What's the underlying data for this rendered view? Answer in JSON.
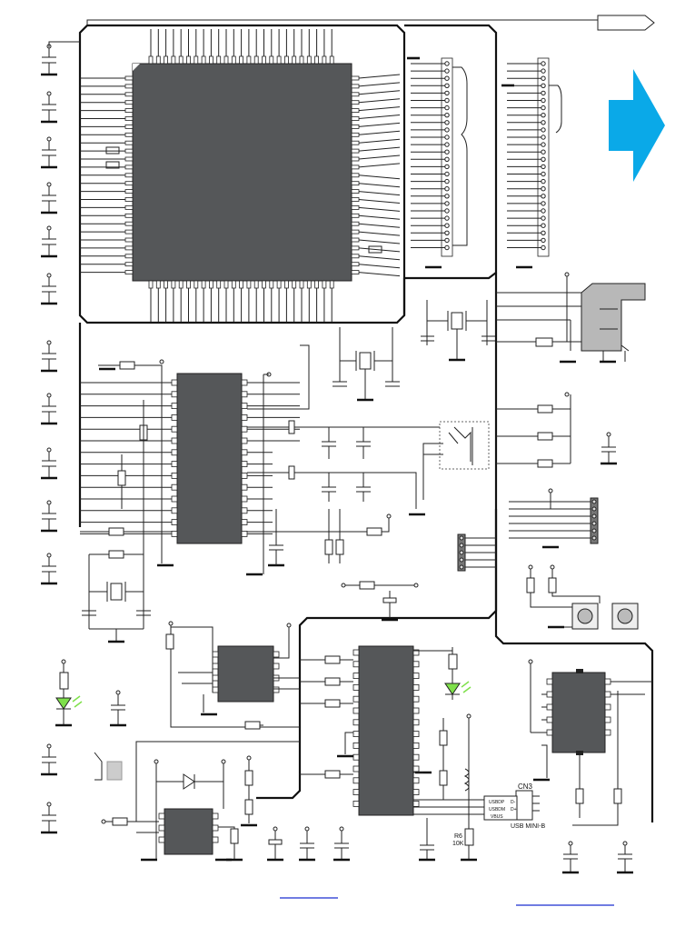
{
  "diagram": {
    "type": "electronic-schematic",
    "colors": {
      "wire": "#222222",
      "chip_fill": "#555759",
      "arrow_fill": "#0aa9e8",
      "led_fill": "#7ee04a",
      "sd_socket_fill": "#b8b8b8",
      "link_underline": "#1a2fd0"
    },
    "labels": {
      "connector_ref": "CN3",
      "connector_name": "USB MINI-B",
      "pin_usbdp": "USBDP",
      "pin_usbdm": "USBDM",
      "pin_vbus": "VBUS",
      "pin_dplus": "D+",
      "pin_dminus": "D-",
      "resistor_ref": "R6",
      "resistor_value": "10K"
    },
    "components": [
      {
        "name": "mcu-qfp100",
        "kind": "microcontroller-qfp"
      },
      {
        "name": "header-left-40pin",
        "kind": "connector"
      },
      {
        "name": "header-right-40pin",
        "kind": "connector"
      },
      {
        "name": "audio-codec-ic",
        "kind": "dip-28"
      },
      {
        "name": "usb-interface-ic",
        "kind": "dip-28"
      },
      {
        "name": "eeprom-8pin-top",
        "kind": "dip-8"
      },
      {
        "name": "regulator-8pin-bottom",
        "kind": "dip-8"
      },
      {
        "name": "ic-8pin-right",
        "kind": "dip-8"
      },
      {
        "name": "sd-card-socket",
        "kind": "connector"
      },
      {
        "name": "audio-jack",
        "kind": "connector"
      },
      {
        "name": "crystal-mcu",
        "kind": "crystal"
      },
      {
        "name": "crystal-codec",
        "kind": "crystal"
      },
      {
        "name": "crystal-rtc",
        "kind": "crystal"
      },
      {
        "name": "status-led-left",
        "kind": "led"
      },
      {
        "name": "status-led-usb",
        "kind": "led"
      },
      {
        "name": "push-button-1",
        "kind": "switch"
      },
      {
        "name": "push-button-2",
        "kind": "switch"
      },
      {
        "name": "usb-mini-b-connector",
        "kind": "connector"
      }
    ],
    "direction_arrow": {
      "icon": "arrow-right-icon"
    }
  }
}
